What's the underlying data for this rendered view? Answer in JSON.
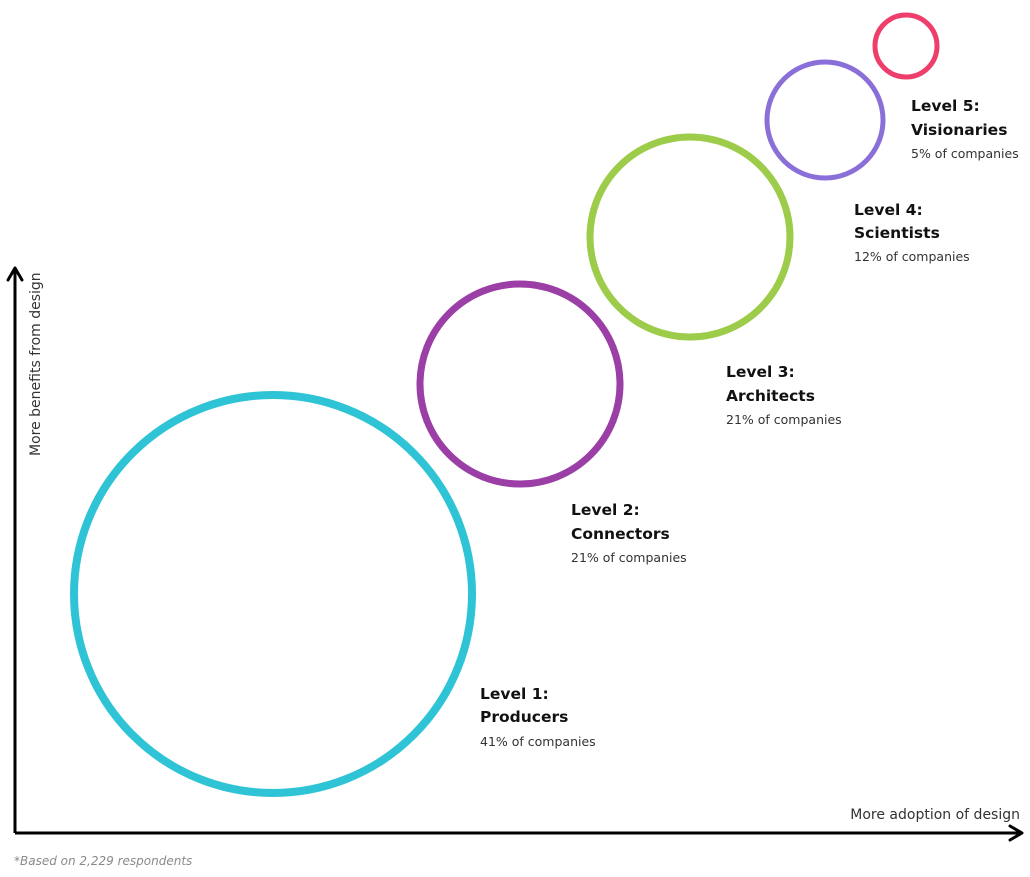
{
  "axes": {
    "y_label": "More benefits from design",
    "x_label": "More adoption of design"
  },
  "levels": [
    {
      "title": "Level 1:",
      "name": "Producers",
      "share": "41% of companies",
      "color": "#2ec4d6"
    },
    {
      "title": "Level 2:",
      "name": "Connectors",
      "share": "21% of companies",
      "color": "#9b3fa6"
    },
    {
      "title": "Level 3:",
      "name": "Architects",
      "share": "21% of companies",
      "color": "#9ccc4a"
    },
    {
      "title": "Level 4:",
      "name": "Scientists",
      "share": "12% of companies",
      "color": "#8a6fd8"
    },
    {
      "title": "Level 5:",
      "name": "Visionaries",
      "share": "5% of companies",
      "color": "#ee3f6c"
    }
  ],
  "footnote": "*Based on 2,229 respondents"
}
